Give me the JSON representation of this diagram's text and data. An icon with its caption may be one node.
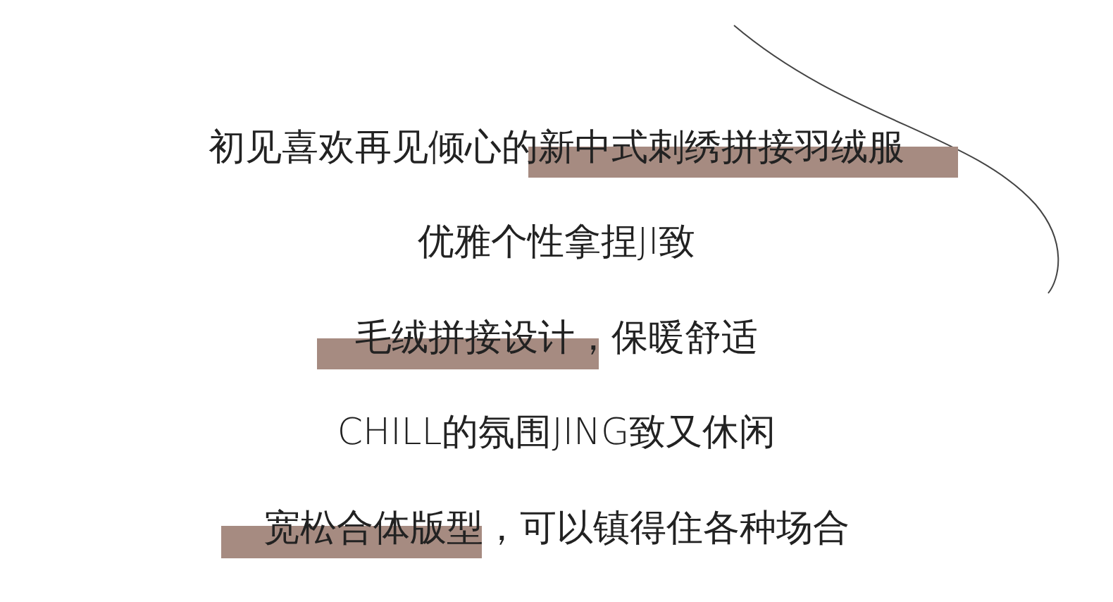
{
  "diagram": {
    "labels": [
      "初见喜欢再见倾心的新中式刺绣拼接羽绒服",
      "优雅个性拿捏JI致",
      "毛绒拼接设计，保暖舒适",
      "CHILL的氛围JING致又休闲",
      "宽松合体版型，可以镇得住各种场合"
    ]
  }
}
